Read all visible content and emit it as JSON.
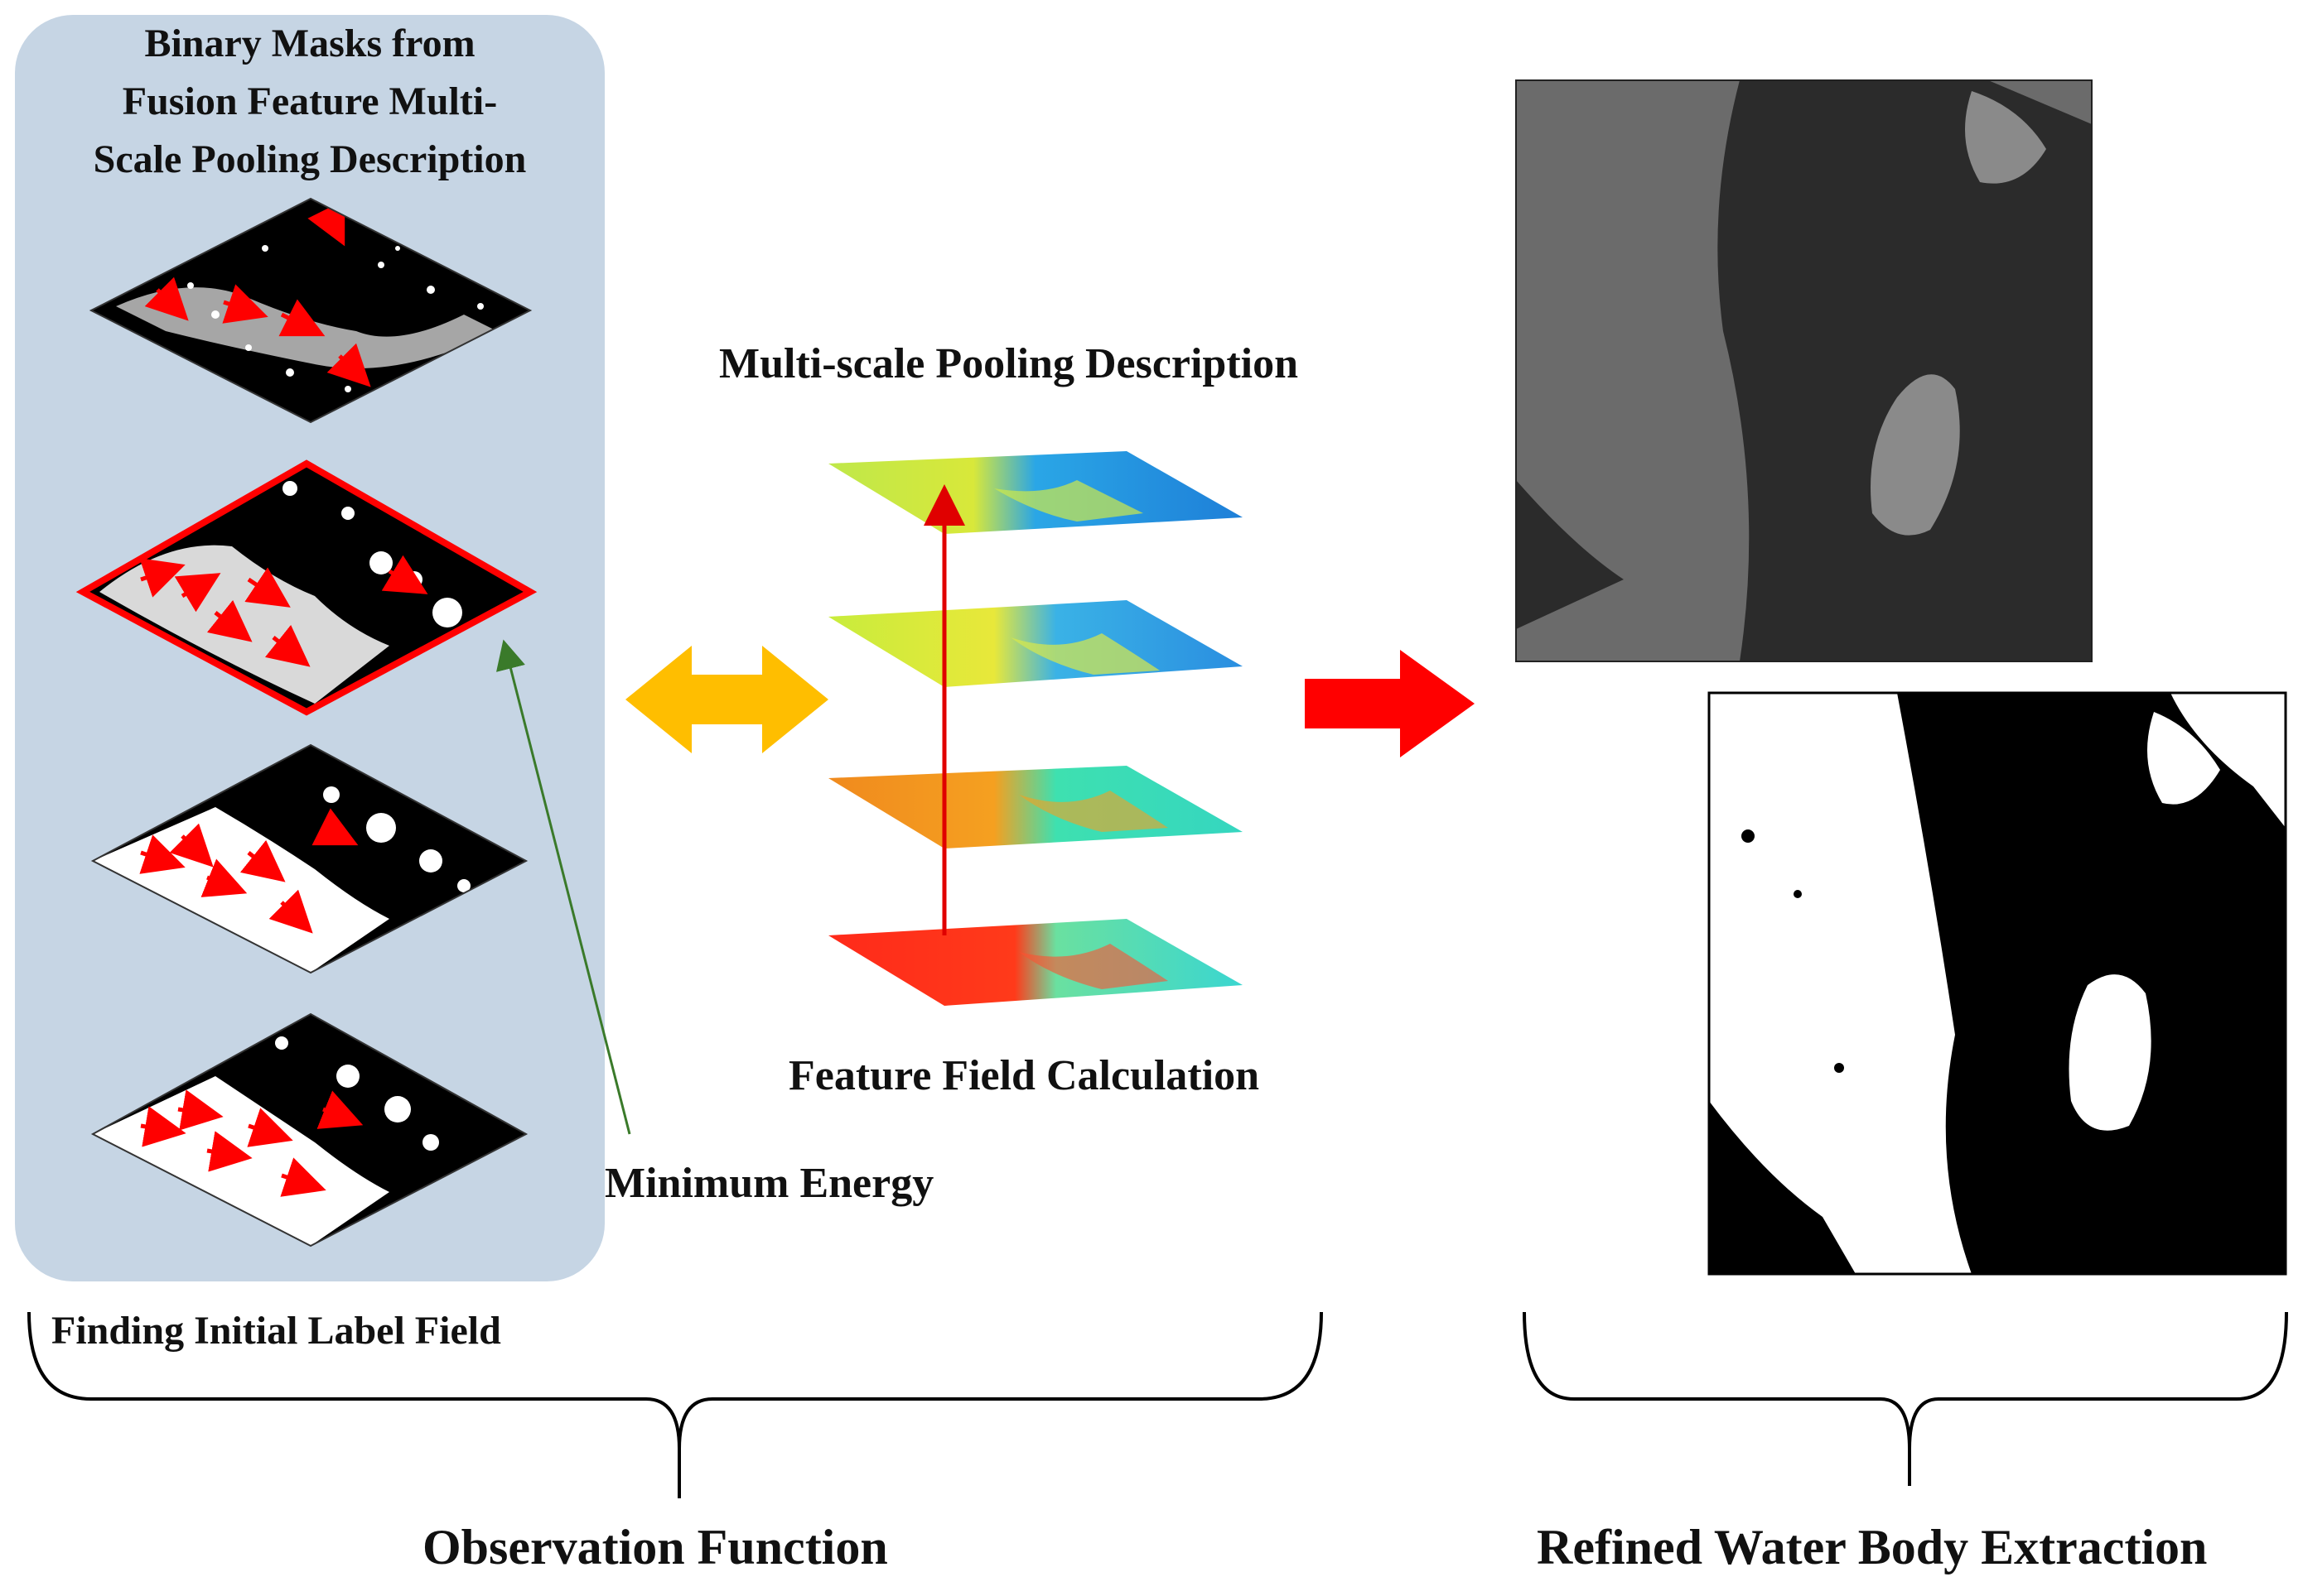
{
  "panel": {
    "title_lines": [
      "Binary Masks from",
      "Fusion Feature Multi-",
      "Scale Pooling Description"
    ],
    "fill_color": "#c6d5e4"
  },
  "labels": {
    "pooling": "Multi-scale Pooling Description",
    "feature_field": "Feature Field Calculation",
    "minimum_energy": "Minimum Energy",
    "initial_label": "Finding Initial Label Field",
    "observation": "Observation Function",
    "refined": "Refined Water Body Extraction"
  },
  "colors": {
    "selected_outline": "#ff0000",
    "double_arrow": "#ffbe00",
    "right_arrow": "#ff0000",
    "energy_line": "#3a7a2a",
    "vertical_arrow": "#e00000"
  }
}
